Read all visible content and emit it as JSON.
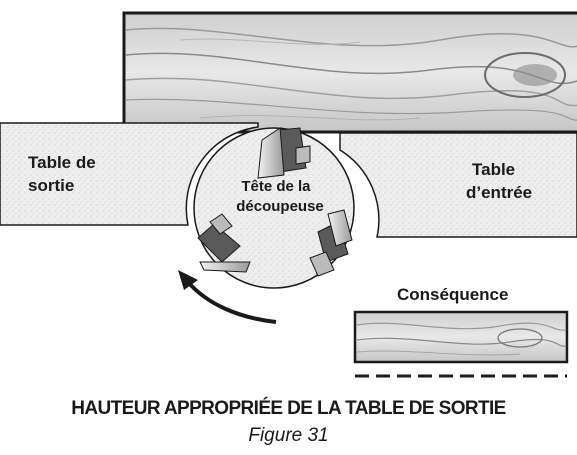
{
  "labels": {
    "outfeed_table": [
      "Table de",
      "sortie"
    ],
    "cutterhead": [
      "Tête de la",
      "découpeuse"
    ],
    "infeed_table": [
      "Table",
      "d’entrée"
    ],
    "result": "Conséquence"
  },
  "caption": {
    "title": "HAUTEUR APPROPRIÉE DE LA TABLE DE SORTIE",
    "figure": "Figure 31"
  },
  "colors": {
    "table": "#ececec",
    "wood_light": "#d6d6d6",
    "wood_dark": "#555555",
    "outline": "#1a1a1a"
  }
}
